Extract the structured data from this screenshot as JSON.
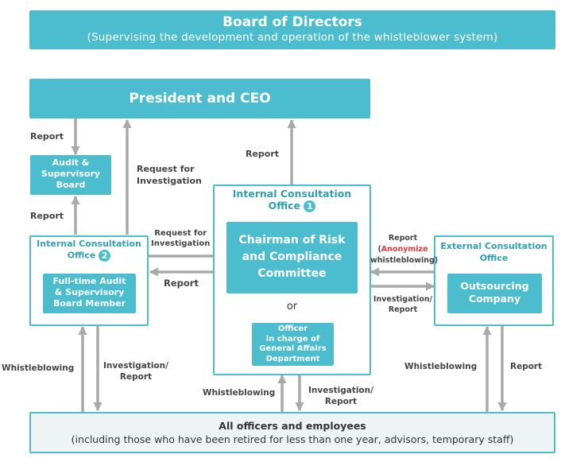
{
  "board": {
    "title": "Board of Directors",
    "subtitle": "(Supervising the development and operation of the whistleblower system)"
  },
  "president": {
    "title": "President and CEO"
  },
  "audit_board": {
    "line1": "Audit &",
    "line2": "Supervisory",
    "line3": "Board"
  },
  "internal_office_1": {
    "title_line1": "Internal Consultation",
    "title_line2": "Office",
    "number": "1",
    "chairman_line1": "Chairman of Risk",
    "chairman_line2": "and Compliance",
    "chairman_line3": "Committee",
    "or_text": "or",
    "officer_line1": "Officer",
    "officer_line2": "in charge of",
    "officer_line3": "General Affairs",
    "officer_line4": "Department"
  },
  "internal_office_2": {
    "title_line1": "Internal Consultation",
    "title_line2": "Office",
    "number": "2",
    "member_line1": "Full-time Audit",
    "member_line2": "& Supervisory",
    "member_line3": "Board Member"
  },
  "external_office": {
    "title_line1": "External Consultation",
    "title_line2": "Office",
    "company_line1": "Outsourcing",
    "company_line2": "Company"
  },
  "employees": {
    "title": "All officers and employees",
    "subtitle": "(including those who have been retired for less than one year, advisors, temporary staff)"
  },
  "labels": {
    "report_ceo_audit": "Report",
    "request_inv_ceo_line1": "Request for",
    "request_inv_ceo_line2": "Investigation",
    "report_audit_office2": "Report",
    "report_office1_ceo": "Report",
    "request_inv_office_line1": "Request for",
    "request_inv_office_line2": "Investigation",
    "report_office1_office2": "Report",
    "ext_report_line1": "Report",
    "ext_report_open": "(",
    "ext_report_anonymize": "Anonymize",
    "ext_report_line3": "whistleblowing)",
    "ext_inv_line1": "Investigation/",
    "ext_inv_line2": "Report",
    "whistle_left": "Whistleblowing",
    "inv_left_line1": "Investigation/",
    "inv_left_line2": "Report",
    "whistle_center": "Whistleblowing",
    "inv_center_line1": "Investigation/",
    "inv_center_line2": "Report",
    "whistle_right": "Whistleblowing",
    "report_right": "Report"
  },
  "colors": {
    "teal": "#4bbdcf",
    "arrow": "#a9a9a9",
    "anonymize": "#e53935"
  }
}
